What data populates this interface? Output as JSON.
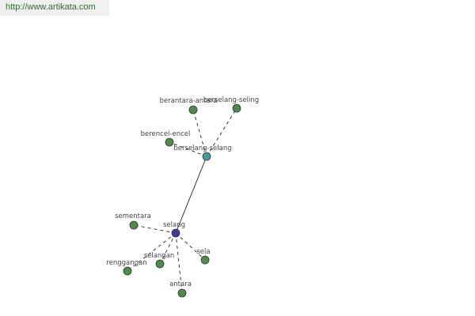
{
  "site": {
    "url": "http://www.artikata.com"
  },
  "colors": {
    "leaf": "#4f8a4f",
    "hub": "#4a9a9a",
    "root": "#3a3a9a"
  },
  "nodes": [
    {
      "id": "selang",
      "label": "selang",
      "kind": "root"
    },
    {
      "id": "berselang-selang",
      "label": "berselang-selang",
      "kind": "hub"
    },
    {
      "id": "berantara-antara",
      "label": "berantara-antara",
      "kind": "leaf"
    },
    {
      "id": "berselang-seling",
      "label": "berselang-seling",
      "kind": "leaf"
    },
    {
      "id": "berencel-encel",
      "label": "berencel-encel",
      "kind": "leaf"
    },
    {
      "id": "sementara",
      "label": "sementara",
      "kind": "leaf"
    },
    {
      "id": "selangan",
      "label": "selangan",
      "kind": "leaf"
    },
    {
      "id": "renggangan",
      "label": "renggangan",
      "kind": "leaf"
    },
    {
      "id": "sela",
      "label": "sela",
      "kind": "leaf"
    },
    {
      "id": "antara",
      "label": "antara",
      "kind": "leaf"
    }
  ],
  "edges": [
    {
      "from": "selang",
      "to": "berselang-selang",
      "style": "solid"
    },
    {
      "from": "berselang-selang",
      "to": "berantara-antara",
      "style": "dashed"
    },
    {
      "from": "berselang-selang",
      "to": "berselang-seling",
      "style": "dashed"
    },
    {
      "from": "berselang-selang",
      "to": "berencel-encel",
      "style": "dashed"
    },
    {
      "from": "selang",
      "to": "sementara",
      "style": "dashed"
    },
    {
      "from": "selang",
      "to": "selangan",
      "style": "dashed"
    },
    {
      "from": "selang",
      "to": "renggangan",
      "style": "dashed"
    },
    {
      "from": "selang",
      "to": "sela",
      "style": "dashed"
    },
    {
      "from": "selang",
      "to": "antara",
      "style": "dashed"
    }
  ]
}
